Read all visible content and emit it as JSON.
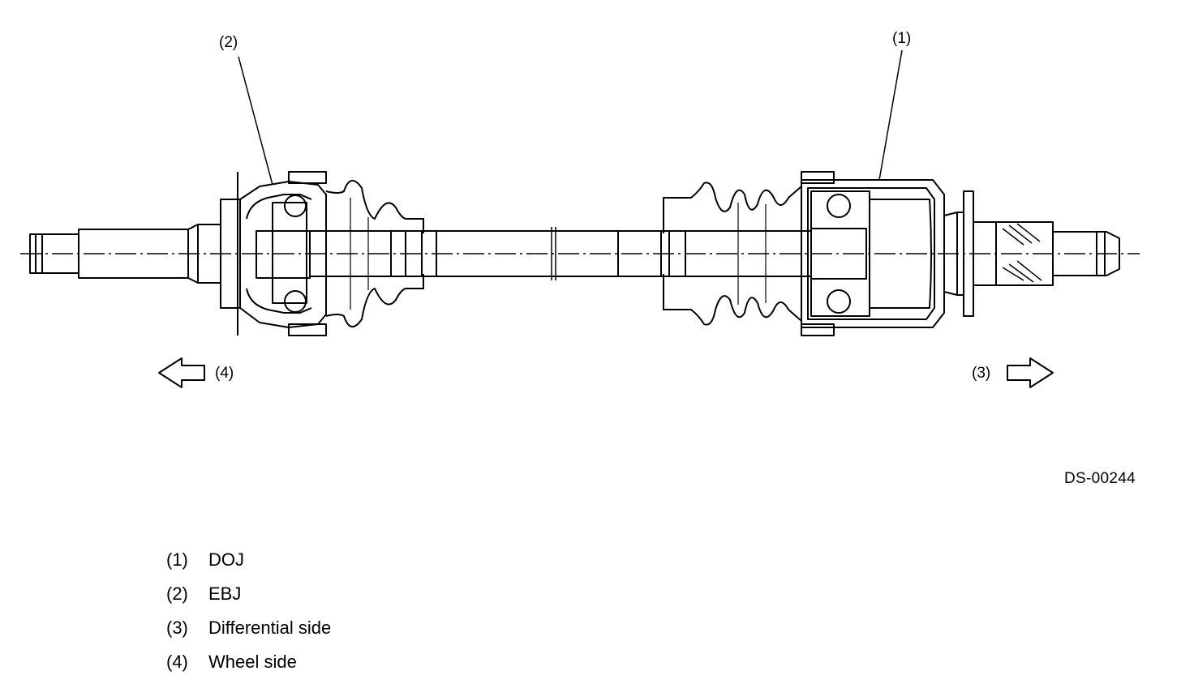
{
  "callouts": {
    "doj": "(1)",
    "ebj": "(2)",
    "differential": "(3)",
    "wheel": "(4)"
  },
  "figure_id": "DS-00244",
  "legend": [
    {
      "num": "(1)",
      "text": "DOJ"
    },
    {
      "num": "(2)",
      "text": "EBJ"
    },
    {
      "num": "(3)",
      "text": "Differential side"
    },
    {
      "num": "(4)",
      "text": "Wheel side"
    }
  ]
}
